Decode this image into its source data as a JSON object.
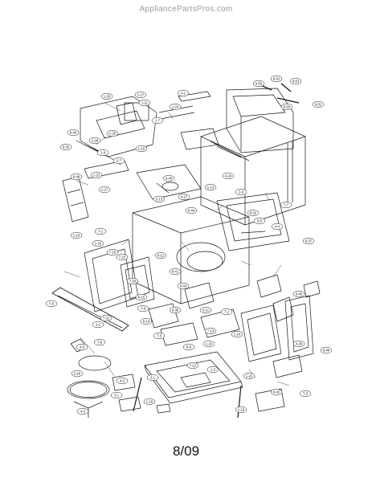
{
  "watermark": "AppliancePartsPros.com",
  "page_number": "8/09",
  "part_labels": [
    "6-52",
    "6-53",
    "6-55",
    "6-51",
    "6-50",
    "1-20",
    "1-17",
    "1-11",
    "4-1",
    "1-24",
    "1-7",
    "6-40",
    "1-25",
    "1-28",
    "1-9",
    "2-7",
    "1-19",
    "6-35",
    "1-23",
    "6-48",
    "1-27",
    "6-49",
    "2-13",
    "4-27",
    "6-44",
    "4-24",
    "1-13",
    "2-6",
    "6-32",
    "7-7",
    "6-8",
    "4-4",
    "6-37",
    "1-10",
    "7-1",
    "1-16",
    "7-19",
    "7-15",
    "6-12",
    "6-41",
    "6-43",
    "7-6",
    "7-20",
    "7-22",
    "6-15",
    "7-8",
    "6-14",
    "6-36",
    "6-11",
    "2-2",
    "7-6",
    "4-6",
    "7-5",
    "6-9",
    "2-20",
    "6-45",
    "7-2",
    "7-13",
    "1-16",
    "7-12",
    "2-1",
    "4-2",
    "4-3",
    "3-1",
    "6-42",
    "1-2",
    "1-14",
    "4-28",
    "6-49",
    "1-22",
    "7-3",
    "1-18",
    "1-19"
  ]
}
